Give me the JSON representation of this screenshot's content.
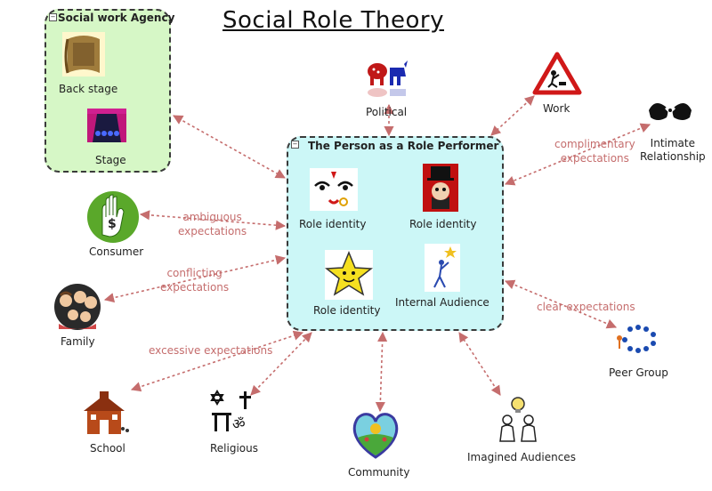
{
  "title": "Social Role Theory",
  "groups": {
    "agency": {
      "title": "Social work Agency",
      "items": [
        "Back stage",
        "Stage"
      ]
    },
    "person": {
      "title": "The Person as a Role Performer",
      "items": [
        "Role identity",
        "Role identity",
        "Role identity",
        "Internal Audience"
      ]
    }
  },
  "nodes": {
    "political": "Political",
    "work": "Work",
    "intimate": "Intimate\nRelationship",
    "consumer": "Consumer",
    "family": "Family",
    "peer": "Peer Group",
    "school": "School",
    "religious": "Religious",
    "community": "Community",
    "imagined": "Imagined Audiences"
  },
  "edges": {
    "ambiguous": "ambiguous\nexpectations",
    "conflicting": "conflicting\nexpectations",
    "excessive": "excessive expectations",
    "complimentary": "complimentary\nexpectations",
    "clear": "clear expectations"
  },
  "colors": {
    "edge": "#c56d6d",
    "agency_bg": "#d6f7c6",
    "person_bg": "#ccf7f7"
  }
}
